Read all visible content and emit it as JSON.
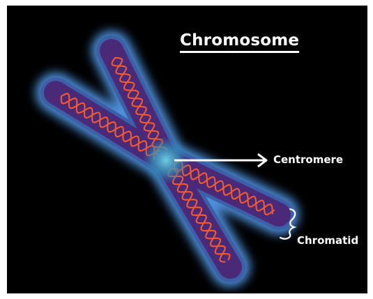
{
  "diagram": {
    "title": "Chromosome",
    "labels": {
      "centromere": "Centromere",
      "chromatid": "Chromatid"
    },
    "colors": {
      "background": "#000000",
      "chromatid_fill": "#4a2a78",
      "glow": "#5fb0ff",
      "dna_strand": "#ff5a2a",
      "centromere": "#3aa6c8",
      "text": "#ffffff"
    }
  }
}
